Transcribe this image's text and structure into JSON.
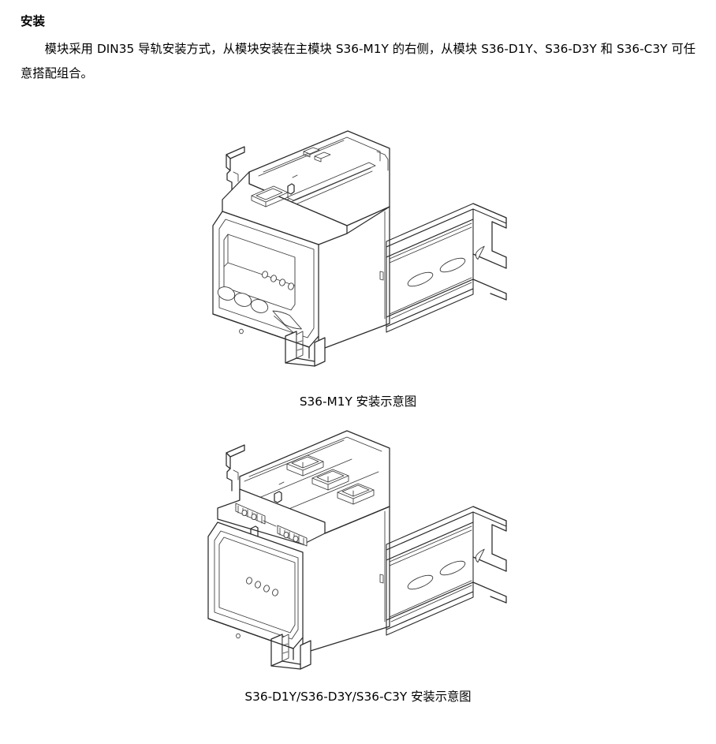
{
  "document": {
    "heading": "安装",
    "paragraph": "模块采用 DIN35 导轨安装方式，从模块安装在主模块 S36-M1Y 的右侧，从模块 S36-D1Y、S36-D3Y 和 S36-C3Y 可任意搭配组合。"
  },
  "figures": [
    {
      "id": "figure-1",
      "caption": "S36-M1Y 安装示意图",
      "subject": "S36-M1Y master module mounted on DIN35 rail",
      "features": {
        "display": "LCD display window on front face",
        "buttons": 3,
        "indicator_leds": 4,
        "top_port": "square communication port",
        "rail": "DIN35 C-channel rail with oval slots",
        "bottom_clips": 2
      }
    },
    {
      "id": "figure-2",
      "caption": "S36-D1Y/S36-D3Y/S36-C3Y 安装示意图",
      "subject": "S36-D1Y / S36-D3Y / S36-C3Y slave module mounted on DIN35 rail",
      "features": {
        "top_terminal_ports": 3,
        "connector_strips": 2,
        "indicator_leds": 4,
        "rail": "DIN35 C-channel rail with oval slots",
        "bottom_clips": 2
      }
    }
  ],
  "colors": {
    "page_background": "#ffffff",
    "text": "#000000",
    "line_art_stroke": "#2b2b2b",
    "line_art_fill": "#ffffff"
  }
}
